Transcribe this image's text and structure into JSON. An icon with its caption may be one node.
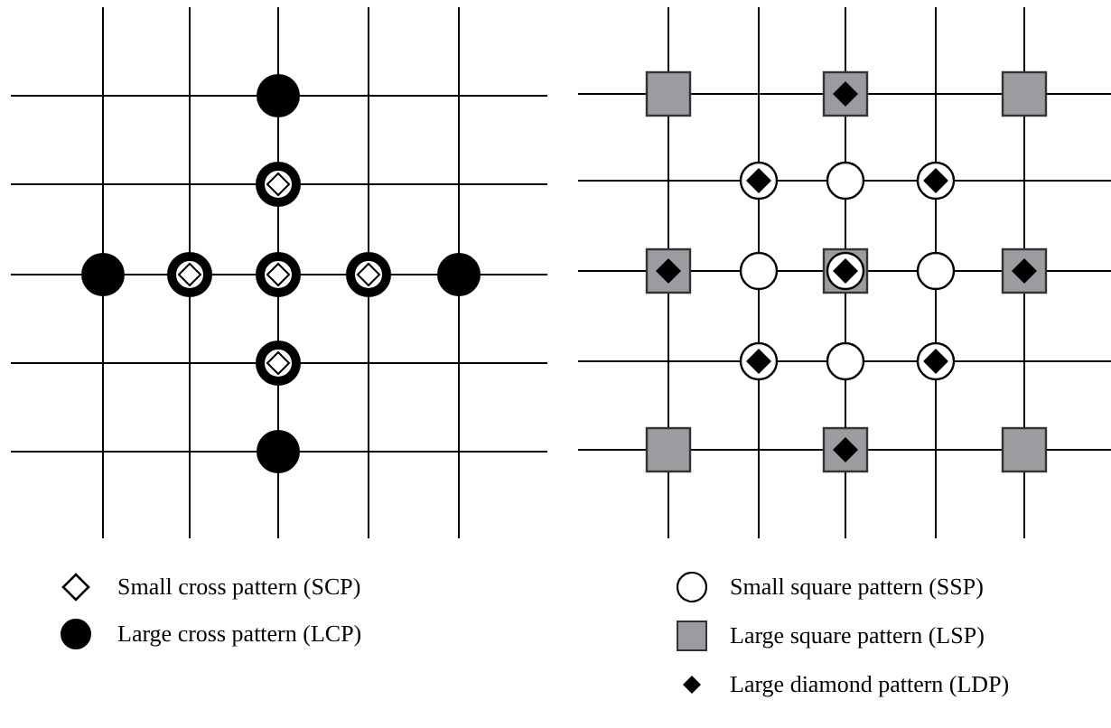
{
  "diagram": {
    "legend": [
      {
        "text": "Small cross pattern (SCP)"
      },
      {
        "text": "Large cross pattern (LCP)"
      },
      {
        "text": "Small square pattern (SSP)"
      },
      {
        "text": "Large square pattern (LSP)"
      },
      {
        "text": "Large diamond pattern (LDP)"
      }
    ]
  }
}
